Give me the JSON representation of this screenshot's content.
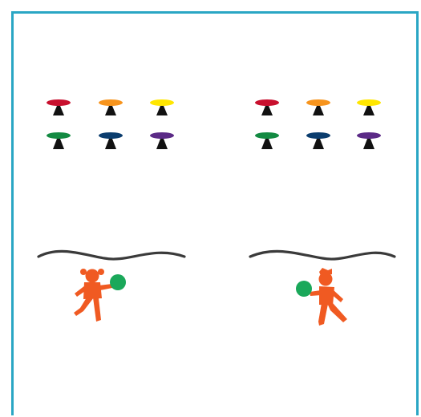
{
  "diagram": {
    "frame_color": "#2aa6c4",
    "line_color": "#3a3a3a",
    "figure_color": "#f05a22",
    "ball_color": "#1aa85a",
    "pin_base_color": "#111111",
    "groups": [
      {
        "name": "left-group",
        "pins": [
          {
            "color": "#c8102e"
          },
          {
            "color": "#f7941d"
          },
          {
            "color": "#ffe600"
          },
          {
            "color": "#138a42"
          },
          {
            "color": "#0b3d6e"
          },
          {
            "color": "#5b2a86"
          }
        ],
        "player": "girl-figure"
      },
      {
        "name": "right-group",
        "pins": [
          {
            "color": "#c8102e"
          },
          {
            "color": "#f7941d"
          },
          {
            "color": "#ffe600"
          },
          {
            "color": "#138a42"
          },
          {
            "color": "#0b3d6e"
          },
          {
            "color": "#5b2a86"
          }
        ],
        "player": "boy-figure"
      }
    ]
  }
}
